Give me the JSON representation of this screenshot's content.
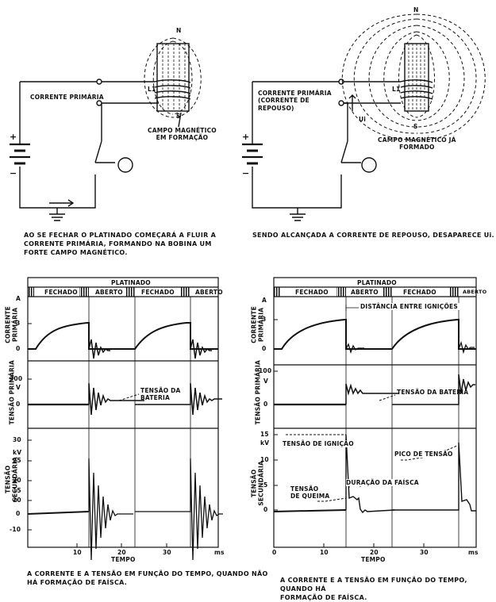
{
  "top_left": {
    "n": "N",
    "s": "S",
    "coil": "L1",
    "current": "CORRENTE PRIMÁRIA",
    "field": "CAMPO MAGNÉTICO\nEM FORMAÇÃO",
    "plus": "+",
    "minus": "−",
    "caption": "AO SE FECHAR O PLATINADO COMEÇARÁ A FLUIR A\nCORRENTE PRIMÁRIA, FORMANDO NA BOBINA UM\nFORTE CAMPO MAGNÉTICO."
  },
  "top_right": {
    "n": "N",
    "s": "S",
    "coil": "L1",
    "current": "CORRENTE PRIMÁRIA\n(CORRENTE DE\nREPOUSO)",
    "ui": "Ui",
    "field": "CAMPO MAGNÉTICO JÁ\nFORMADO",
    "plus": "+",
    "minus": "−",
    "caption": "SENDO ALCANÇADA A CORRENTE DE REPOUSO, DESAPARECE Ui."
  },
  "left_chart": {
    "platinado": "PLATINADO",
    "states": [
      "FECHADO",
      "ABERTO",
      "FECHADO",
      "ABERTO"
    ],
    "y1_label": "CORRENTE PRIMÁRIA",
    "y1_unit": "A",
    "y1_ticks": [
      "3",
      "0"
    ],
    "y2_label": "TENSÃO PRIMÁRIA",
    "y2_unit": "V",
    "y2_ticks": [
      "300",
      "0"
    ],
    "y3_label": "TENSÃO SECUNDÁRIA",
    "y3_unit": "kV",
    "y3_ticks": [
      "30",
      "25",
      "20",
      "15",
      "10",
      "5",
      "0",
      "-10"
    ],
    "x_ticks": [
      "10",
      "20",
      "30",
      "ms"
    ],
    "x_label": "TEMPO",
    "ann_battery": "TENSÃO DA\nBATERIA",
    "caption": "A CORRENTE E A TENSÃO EM FUNÇÃO DO TEMPO, QUANDO NÃO\nHÁ FORMAÇÃO DE FAÍSCA."
  },
  "right_chart": {
    "platinado": "PLATINADO",
    "states": [
      "FECHADO",
      "ABERTO",
      "FECHADO",
      "ABERTO"
    ],
    "distance": "DISTÂNCIA ENTRE IGNIÇÕES",
    "y1_label": "CORRENTE PRIMÁRIA",
    "y1_unit": "A",
    "y1_ticks": [
      "3",
      "0"
    ],
    "y2_label": "TENSÃO PRIMÁRIA",
    "y2_unit": "V",
    "y2_ticks": [
      "100",
      "0"
    ],
    "y3_label": "TENSÃO SECUNDÁRIA",
    "y3_unit": "kV",
    "y3_ticks": [
      "15",
      "10",
      "5",
      "0"
    ],
    "x_ticks": [
      "0",
      "10",
      "20",
      "30",
      "ms"
    ],
    "x_label": "TEMPO",
    "ann_battery": "TENSÃO DA BATERIA",
    "ann_ignition": "TENSÃO DE IGNIÇÃO",
    "ann_peak": "PICO DE TENSÃO",
    "ann_burn": "TENSÃO\nDE QUEIMA",
    "ann_duration": "DURAÇÃO DA FAÍSCA",
    "caption": "A CORRENTE E A TENSÃO EM FUNÇÃO DO TEMPO, QUANDO HÁ\nFORMAÇÃO DE FAÍSCA."
  }
}
